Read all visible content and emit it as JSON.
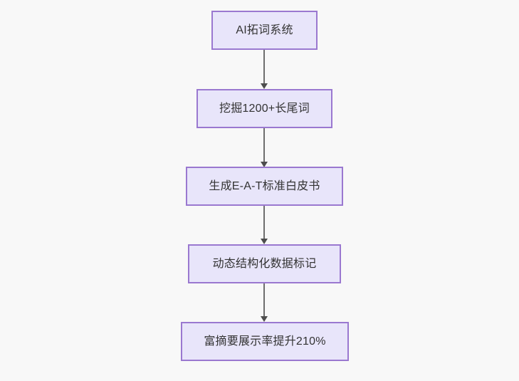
{
  "diagram": {
    "type": "flowchart",
    "direction": "top-to-bottom",
    "background_color": "#f8f8f8",
    "node_fill_color": "#e8e5fa",
    "node_border_color": "#9a78d0",
    "node_text_color": "#333333",
    "edge_color": "#6e6e6e",
    "arrowhead_color": "#4d4d4d",
    "nodes": [
      {
        "id": "node-1",
        "label": "AI拓词系统"
      },
      {
        "id": "node-2",
        "label": "挖掘1200+长尾词"
      },
      {
        "id": "node-3",
        "label": "生成E-A-T标准白皮书"
      },
      {
        "id": "node-4",
        "label": "动态结构化数据标记"
      },
      {
        "id": "node-5",
        "label": "富摘要展示率提升210%"
      }
    ],
    "edges": [
      {
        "id": "edge-1",
        "from": "node-1",
        "to": "node-2",
        "label": ""
      },
      {
        "id": "edge-2",
        "from": "node-2",
        "to": "node-3",
        "label": ""
      },
      {
        "id": "edge-3",
        "from": "node-3",
        "to": "node-4",
        "label": ""
      },
      {
        "id": "edge-4",
        "from": "node-4",
        "to": "node-5",
        "label": ""
      }
    ]
  }
}
